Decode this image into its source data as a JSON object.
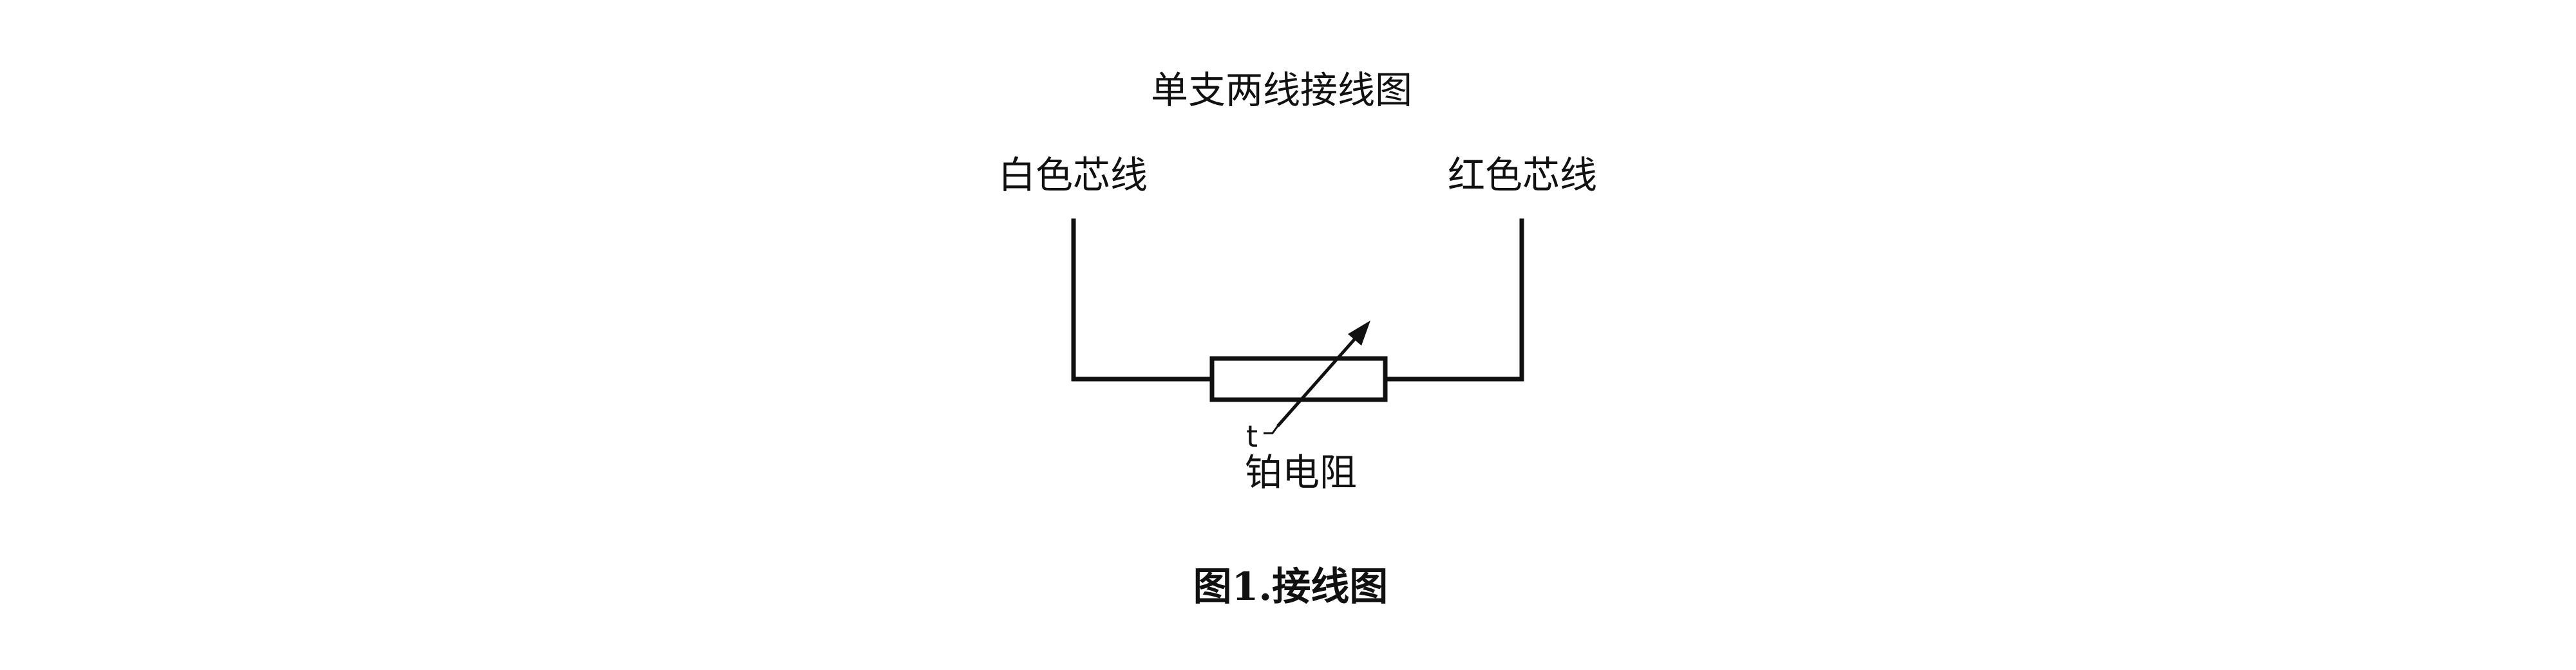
{
  "diagram": {
    "title": "单支两线接线图",
    "left_wire_label": "白色芯线",
    "right_wire_label": "红色芯线",
    "temperature_symbol": "t",
    "resistor_label": "铂电阻",
    "caption": "图1.接线图"
  },
  "colors": {
    "line": "#111111",
    "background": "#ffffff"
  }
}
